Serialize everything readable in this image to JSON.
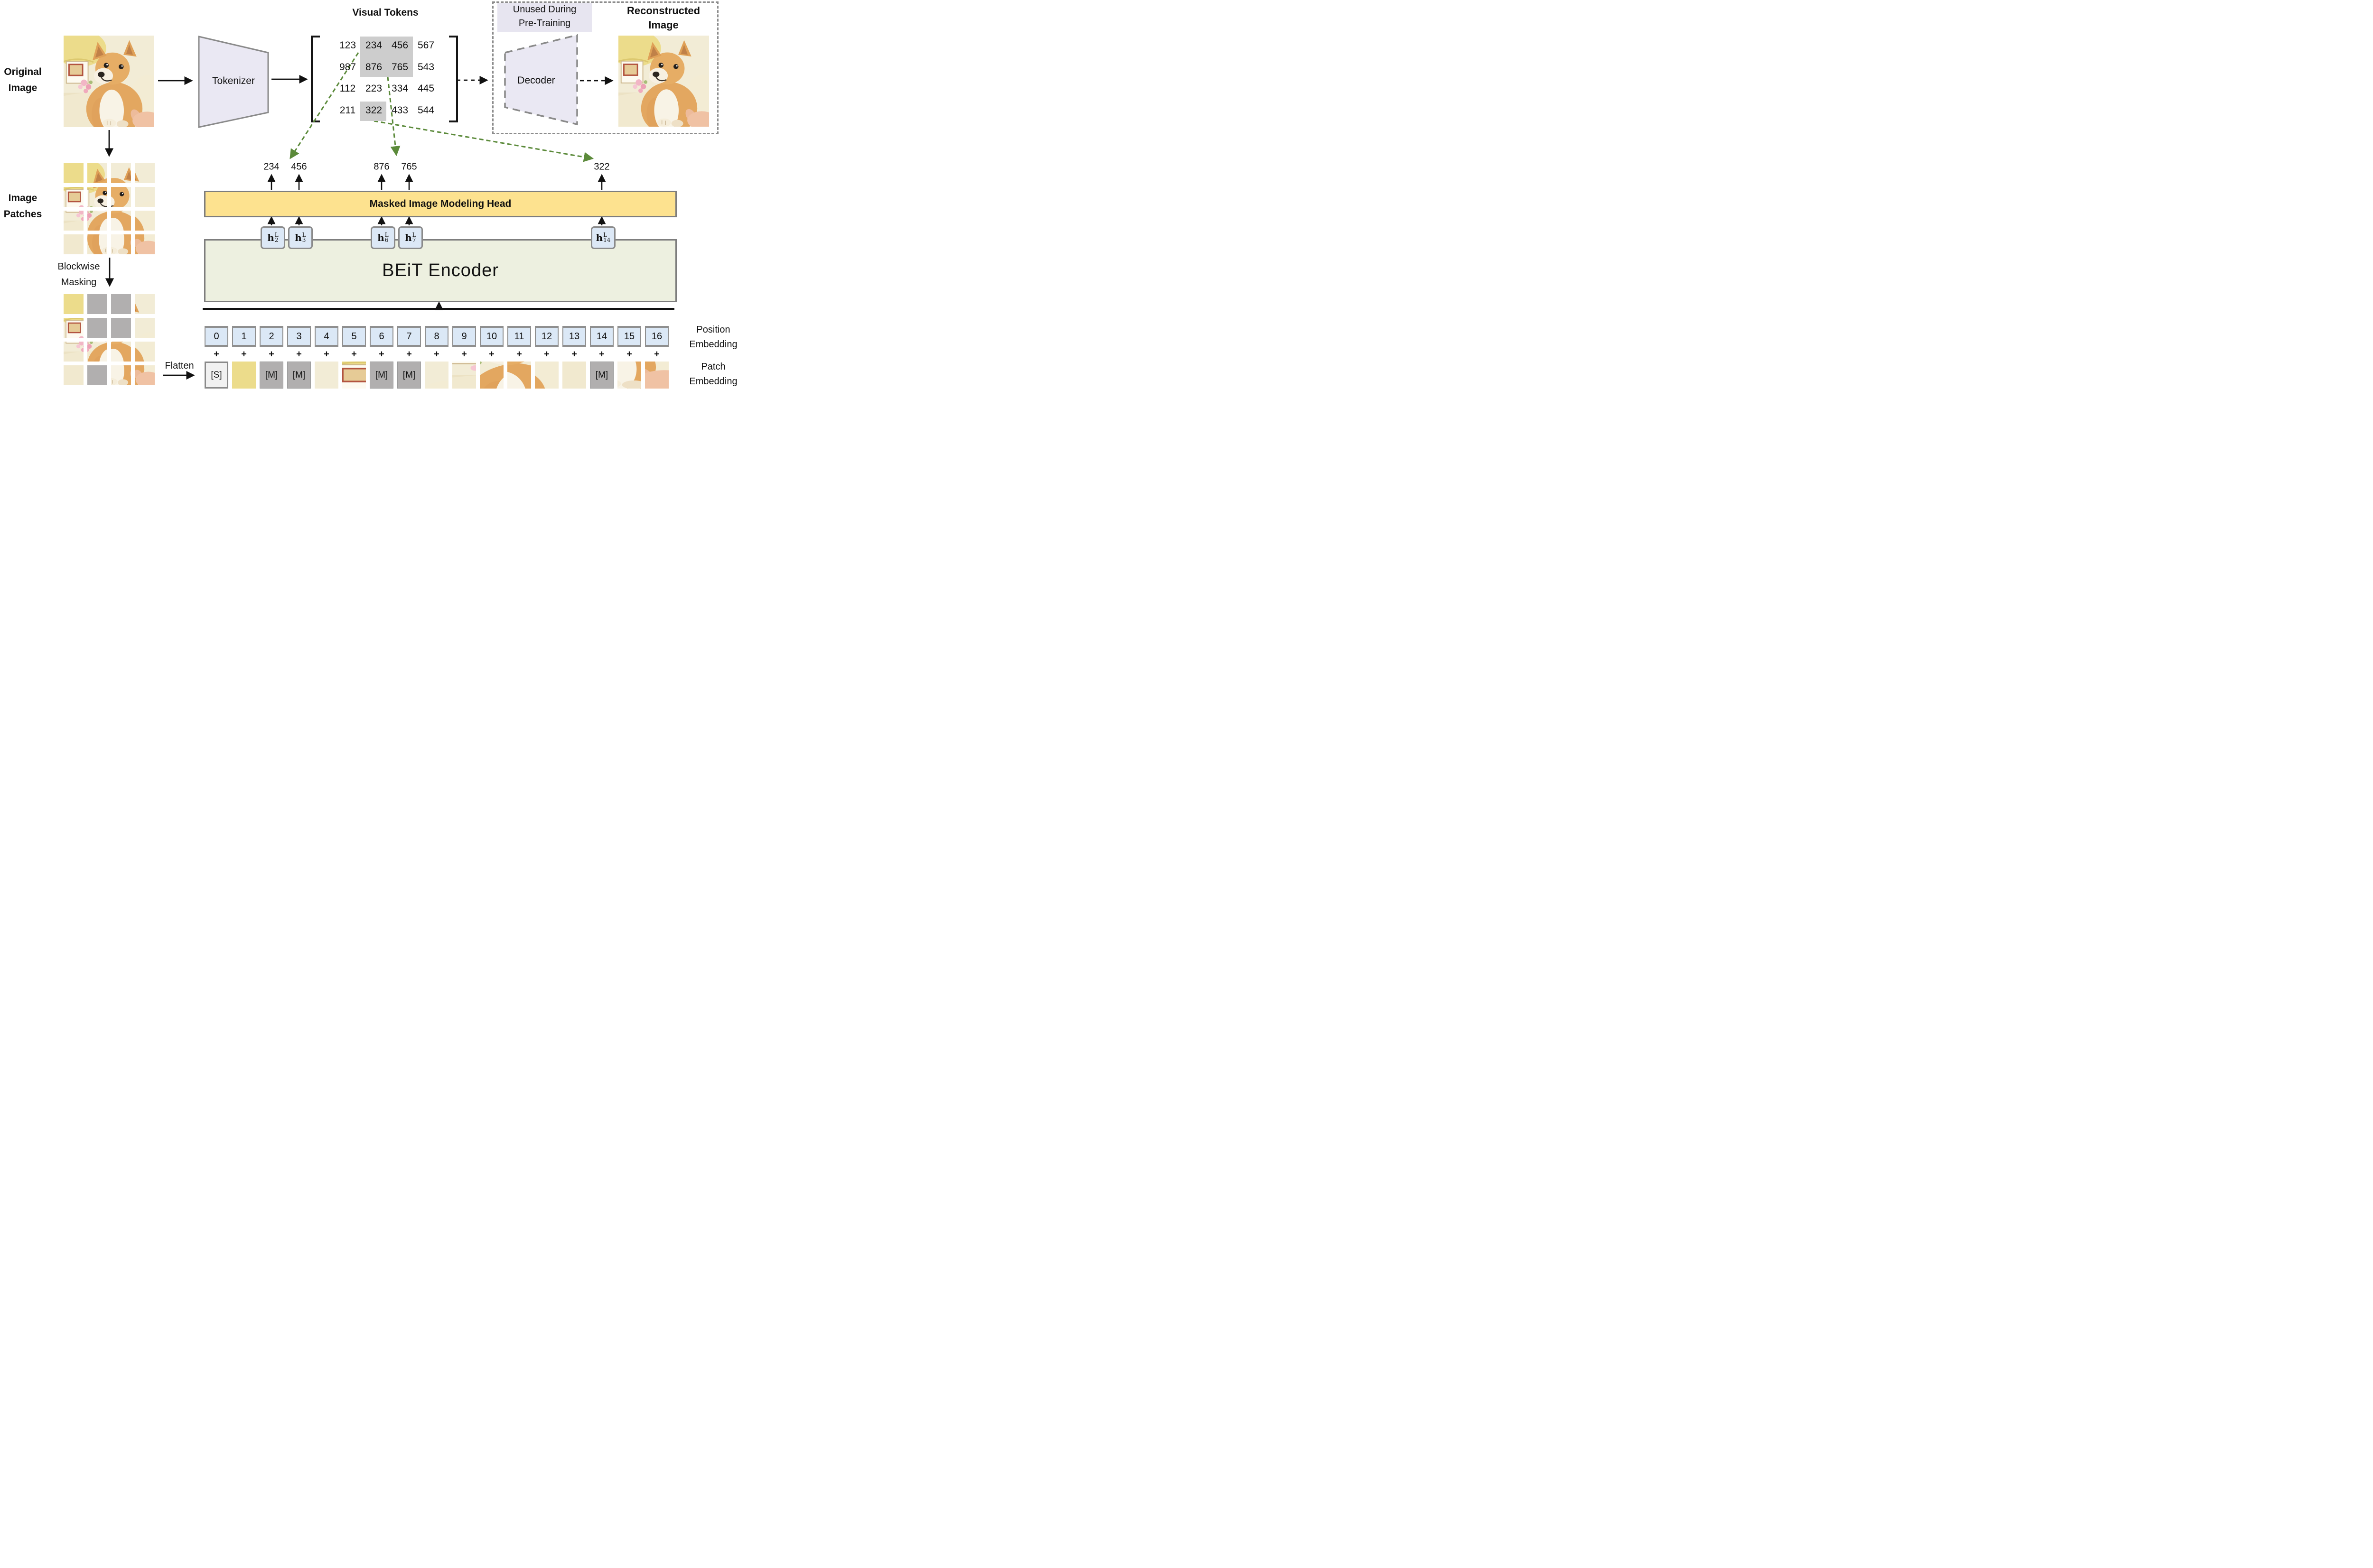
{
  "figure": {
    "visual_tokens_title": "Visual Tokens",
    "original_image_label": [
      "Original",
      "Image"
    ],
    "image_patches_label": [
      "Image",
      "Patches"
    ],
    "blockwise_masking_label": [
      "Blockwise",
      "Masking"
    ],
    "flatten_label": "Flatten",
    "tokenizer_label": "Tokenizer",
    "decoder_label": "Decoder",
    "unused_note": [
      "Unused During",
      "Pre-Training"
    ],
    "reconstructed_label": [
      "Reconstructed",
      "Image"
    ],
    "mim_head_label": "Masked Image Modeling Head",
    "encoder_label": "BEiT Encoder",
    "position_embedding_label": [
      "Position",
      "Embedding"
    ],
    "patch_embedding_label": [
      "Patch",
      "Embedding"
    ],
    "plus_symbol": "+"
  },
  "visual_tokens": {
    "rows": [
      [
        "123",
        "234",
        "456",
        "567"
      ],
      [
        "987",
        "876",
        "765",
        "543"
      ],
      [
        "112",
        "223",
        "334",
        "445"
      ],
      [
        "211",
        "322",
        "433",
        "544"
      ]
    ],
    "highlighted_cells": [
      [
        0,
        1
      ],
      [
        0,
        2
      ],
      [
        1,
        1
      ],
      [
        1,
        2
      ],
      [
        3,
        1
      ]
    ]
  },
  "predictions": [
    "234",
    "456",
    "876",
    "765",
    "322"
  ],
  "hidden_states": {
    "letter": "h",
    "sup": "L",
    "subs": [
      "2",
      "3",
      "6",
      "7",
      "14"
    ],
    "columns": [
      2,
      3,
      6,
      7,
      14
    ]
  },
  "sequence": {
    "positions": [
      "0",
      "1",
      "2",
      "3",
      "4",
      "5",
      "6",
      "7",
      "8",
      "9",
      "10",
      "11",
      "12",
      "13",
      "14",
      "15",
      "16"
    ],
    "special_token": "[S]",
    "mask_token": "[M]",
    "entries": [
      {
        "type": "special"
      },
      {
        "type": "patch",
        "tile": 0
      },
      {
        "type": "mask"
      },
      {
        "type": "mask"
      },
      {
        "type": "patch",
        "tile": 3
      },
      {
        "type": "patch",
        "tile": 4
      },
      {
        "type": "mask"
      },
      {
        "type": "mask"
      },
      {
        "type": "patch",
        "tile": 7
      },
      {
        "type": "patch",
        "tile": 8
      },
      {
        "type": "patch",
        "tile": 9
      },
      {
        "type": "patch",
        "tile": 10
      },
      {
        "type": "patch",
        "tile": 11
      },
      {
        "type": "patch",
        "tile": 12
      },
      {
        "type": "mask"
      },
      {
        "type": "patch",
        "tile": 14
      },
      {
        "type": "patch",
        "tile": 15
      }
    ]
  },
  "patch_grids": {
    "tiles": 16,
    "masked_tiles": [
      1,
      2,
      5,
      6,
      13
    ]
  },
  "colors": {
    "encoder_fill": "#edf0e0",
    "head_fill": "#fde28f",
    "box_blue": "#dbe8f6",
    "hbox_blue": "#dce8f6",
    "mask_gray": "#b1afaf",
    "lavender": "#eae8f3",
    "note_lavender": "#e7e5f0",
    "highlight_gray": "#cdcdcd",
    "border_gray": "#7d7d7d",
    "green": "#5b8a3a"
  }
}
